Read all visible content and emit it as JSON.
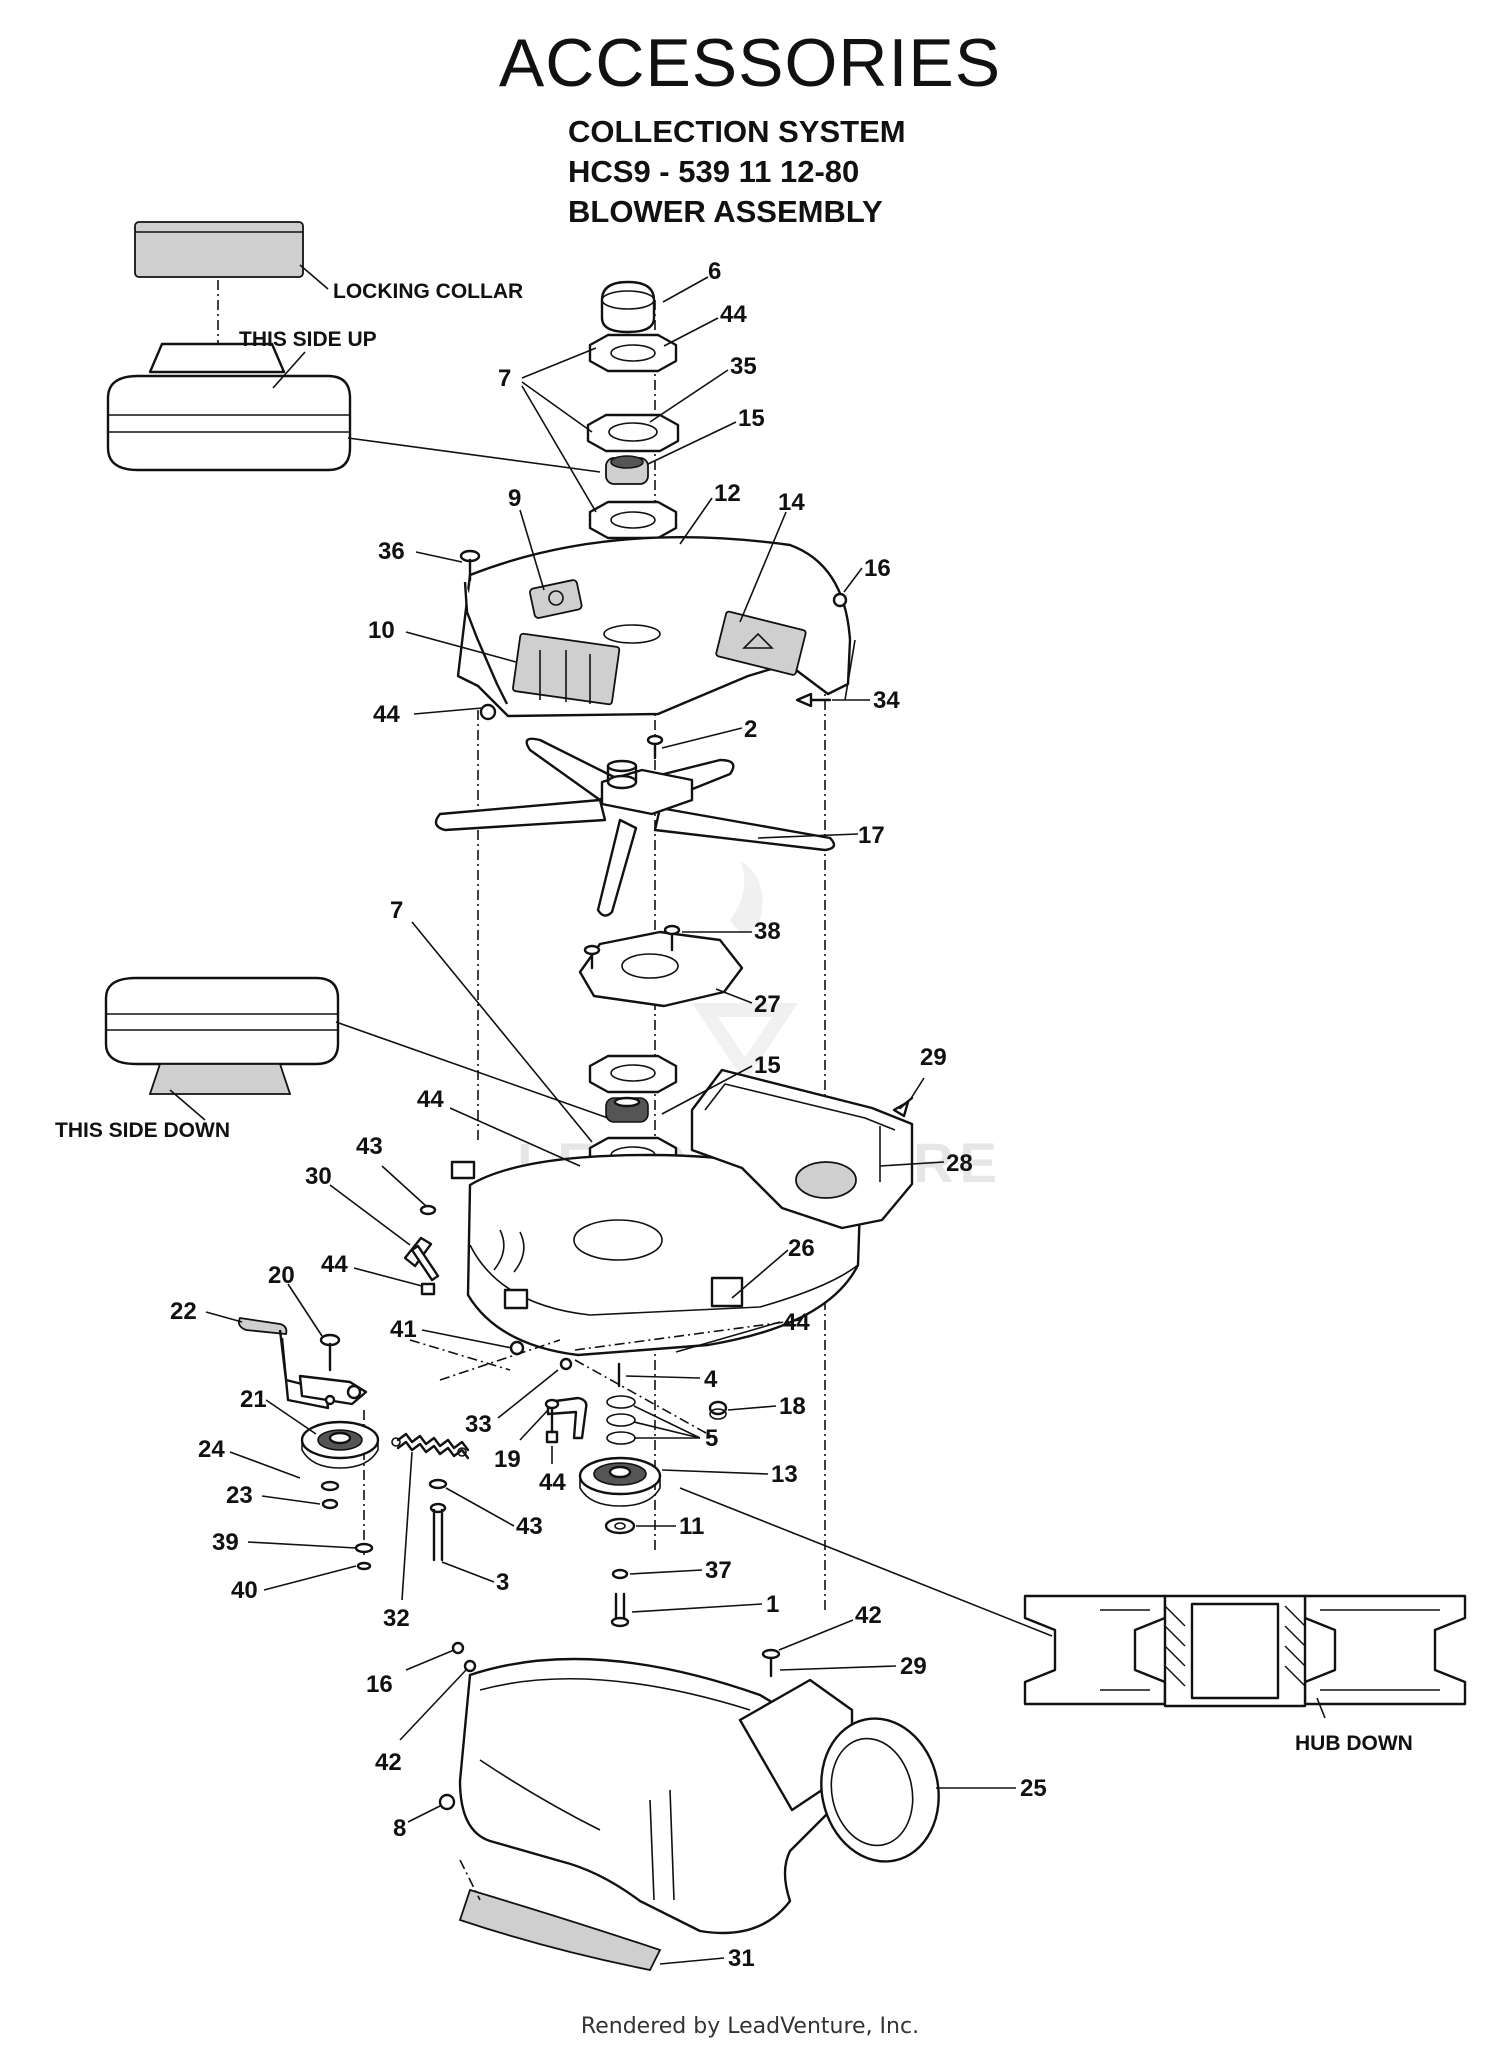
{
  "page": {
    "title": "ACCESSORIES",
    "subtitle_lines": [
      "COLLECTION SYSTEM",
      "HCS9 - 539 11 12-80",
      "BLOWER ASSEMBLY"
    ],
    "footer": "Rendered by LeadVenture, Inc.",
    "watermark": "LEADVENTURE"
  },
  "notes": {
    "locking_collar": "LOCKING COLLAR",
    "this_side_up": "THIS SIDE UP",
    "this_side_down": "THIS SIDE DOWN",
    "hub_down": "HUB DOWN"
  },
  "callouts": {
    "c6": "6",
    "c44a": "44",
    "c7a": "7",
    "c35": "35",
    "c15a": "15",
    "c9": "9",
    "c12": "12",
    "c14": "14",
    "c36": "36",
    "c16a": "16",
    "c10": "10",
    "c44b": "44",
    "c34": "34",
    "c2": "2",
    "c17": "17",
    "c7b": "7",
    "c38": "38",
    "c27": "27",
    "c15b": "15",
    "c29a": "29",
    "c44c": "44",
    "c28": "28",
    "c43a": "43",
    "c30": "30",
    "c26": "26",
    "c44d": "44",
    "c20": "20",
    "c22": "22",
    "c41": "41",
    "c44e": "44",
    "c4": "4",
    "c21": "21",
    "c18": "18",
    "c33": "33",
    "c5": "5",
    "c19": "19",
    "c24": "24",
    "c44f": "44",
    "c13": "13",
    "c23": "23",
    "c43b": "43",
    "c11": "11",
    "c39": "39",
    "c37": "37",
    "c40": "40",
    "c3": "3",
    "c1": "1",
    "c32": "32",
    "c42a": "42",
    "c29b": "29",
    "c16b": "16",
    "c42b": "42",
    "c25": "25",
    "c8": "8",
    "c31": "31"
  }
}
